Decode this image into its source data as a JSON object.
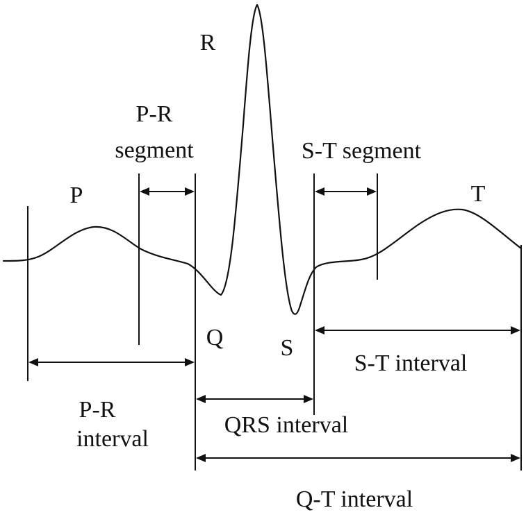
{
  "diagram": {
    "waves": {
      "p": "P",
      "q": "Q",
      "r": "R",
      "s": "S",
      "t": "T"
    },
    "segments": {
      "pr_line1": "P-R",
      "pr_line2": "segment",
      "st": "S-T segment"
    },
    "intervals": {
      "pr_line1": "P-R",
      "pr_line2": "interval",
      "qrs": "QRS interval",
      "st": "S-T interval",
      "qt": "Q-T interval"
    },
    "colors": {
      "ink": "#111111",
      "background": "#ffffff"
    }
  }
}
